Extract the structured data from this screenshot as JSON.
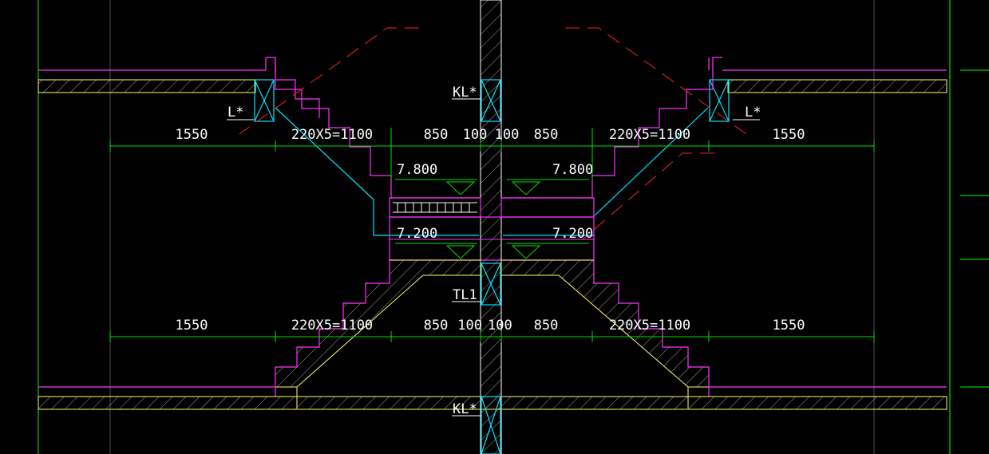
{
  "colors": {
    "background": "#000000",
    "axis_green": "#00ff00",
    "dimension_green": "#00e000",
    "slab_yellow": "#ffff66",
    "outline_magenta": "#ff33ff",
    "beam_cyan": "#00e5ff",
    "section_red": "#ff2020",
    "text_white": "#ffffff"
  },
  "dimensions": {
    "top": [
      "1550",
      "220X5=1100",
      "850",
      "100",
      "100",
      "850",
      "220X5=1100",
      "1550"
    ],
    "bottom": [
      "1550",
      "220X5=1100",
      "850",
      "100",
      "100",
      "850",
      "220X5=1100",
      "1550"
    ]
  },
  "elevations": {
    "upper_left": "7.800",
    "upper_right": "7.800",
    "lower_left": "7.200",
    "lower_right": "7.200"
  },
  "labels": {
    "kl_top": "KL*",
    "kl_bottom": "KL*",
    "tl1": "TL1",
    "l_left": "L*",
    "l_right": "L*"
  }
}
